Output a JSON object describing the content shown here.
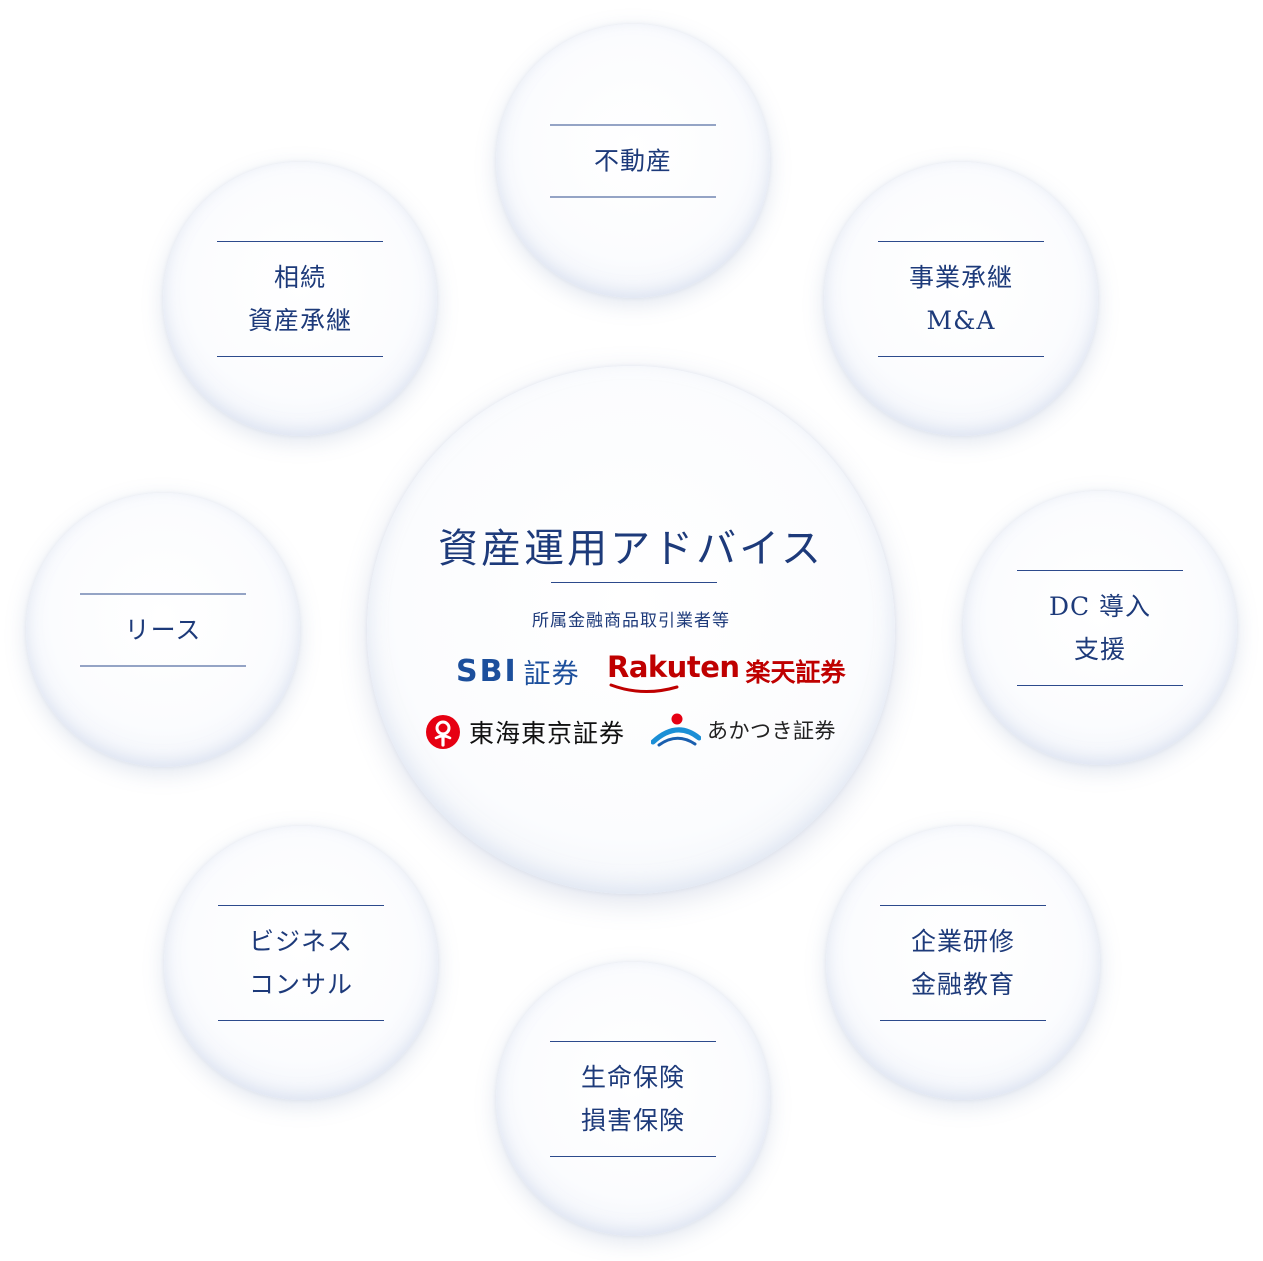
{
  "center": {
    "title": "資産運用アドバイス",
    "subtitle": "所属金融商品取引業者等",
    "logos": {
      "sbi_en": "SBI",
      "sbi_jp": "証券",
      "rakuten_en": "Rakuten",
      "rakuten_jp": "楽天証券",
      "tokai_jp": "東海東京証券",
      "akatsuki_jp": "あかつき証券"
    }
  },
  "services": [
    {
      "lines": [
        "不動産"
      ]
    },
    {
      "lines": [
        "事業承継",
        "M&A"
      ]
    },
    {
      "lines": [
        "DC 導入",
        "支援"
      ]
    },
    {
      "lines": [
        "企業研修",
        "金融教育"
      ]
    },
    {
      "lines": [
        "生命保険",
        "損害保険"
      ]
    },
    {
      "lines": [
        "ビジネス",
        "コンサル"
      ]
    },
    {
      "lines": [
        "リース"
      ]
    },
    {
      "lines": [
        "相続",
        "資産承継"
      ]
    }
  ],
  "colors": {
    "text": "#1d3a7a",
    "rule": "#2c4a8c",
    "sbi": "#1c4f9c",
    "rakuten": "#bf0000",
    "tokai": "#e60012",
    "akatsuki": "#1b8fd6"
  }
}
